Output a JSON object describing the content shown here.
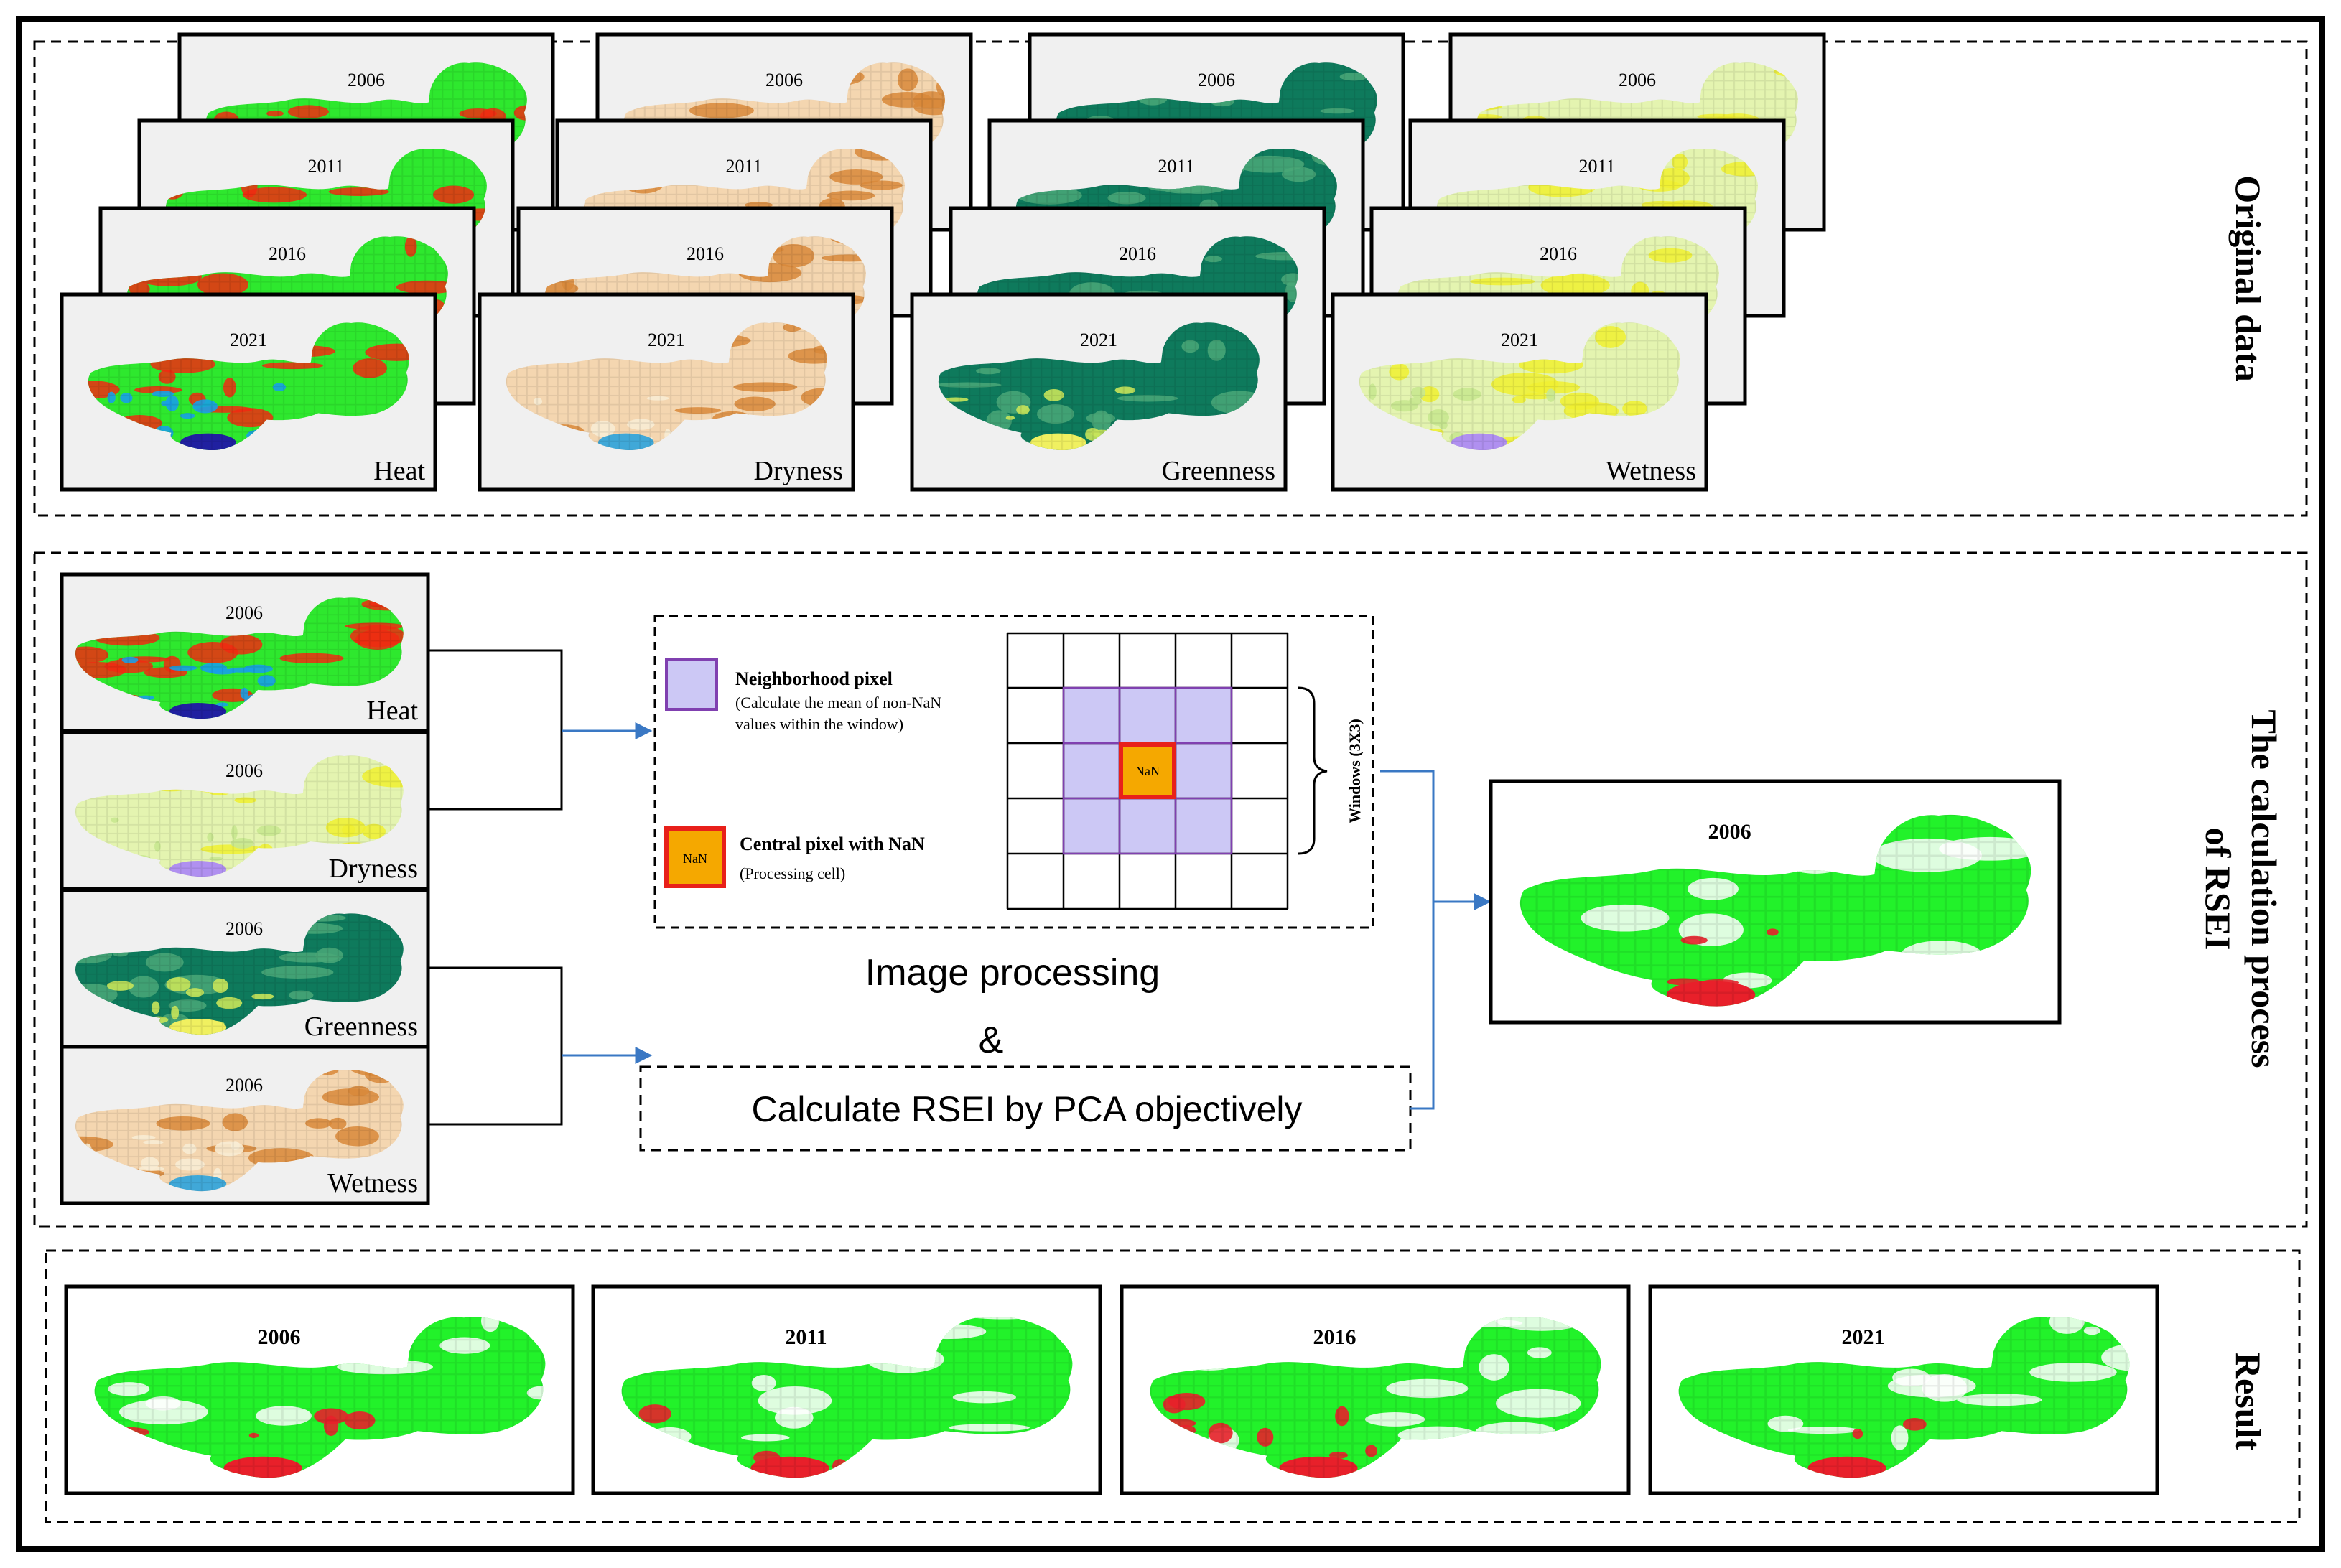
{
  "sections": {
    "original": {
      "title": "Original data"
    },
    "calc": {
      "title_line1": "The calculation process",
      "title_line2": "of RSEI"
    },
    "result": {
      "title": "Result"
    }
  },
  "original_groups": [
    {
      "label": "Heat",
      "years": [
        "2006",
        "2011",
        "2016",
        "2021"
      ],
      "palette": "heat"
    },
    {
      "label": "Dryness",
      "years": [
        "2006",
        "2011",
        "2016",
        "2021"
      ],
      "palette": "dryness"
    },
    {
      "label": "Greenness",
      "years": [
        "2006",
        "2011",
        "2016",
        "2021"
      ],
      "palette": "greenness"
    },
    {
      "label": "Wetness",
      "years": [
        "2006",
        "2011",
        "2016",
        "2021"
      ],
      "palette": "wetness"
    }
  ],
  "calc_stack": [
    {
      "year": "2006",
      "label": "Heat",
      "palette": "heat"
    },
    {
      "year": "2006",
      "label": "Dryness",
      "palette": "wetness"
    },
    {
      "year": "2006",
      "label": "Greenness",
      "palette": "greenness"
    },
    {
      "year": "2006",
      "label": "Wetness",
      "palette": "dryness"
    }
  ],
  "window_box": {
    "neighborhood_title": "Neighborhood pixel",
    "neighborhood_desc_1": "(Calculate the mean of non-NaN",
    "neighborhood_desc_2": "values within the window)",
    "central_title": "Central pixel with NaN",
    "central_desc": "(Processing cell)",
    "nan_label": "NaN",
    "window_label": "Windows (3X3)"
  },
  "image_processing": "Image processing",
  "ampersand": "&",
  "pca_label": "Calculate RSEI by PCA objectively",
  "calc_result_year": "2006",
  "results": [
    {
      "year": "2006",
      "red_level": "medium"
    },
    {
      "year": "2011",
      "red_level": "low"
    },
    {
      "year": "2016",
      "red_level": "high"
    },
    {
      "year": "2021",
      "red_level": "low"
    }
  ],
  "colors": {
    "rsei_green": "#22f22a",
    "rsei_red": "#e8202a",
    "arrow_blue": "#3a78c4",
    "neighborhood_fill": "#ccc8f5",
    "neighborhood_border": "#8040b0",
    "central_fill": "#f5a800",
    "central_border": "#e8201a"
  }
}
